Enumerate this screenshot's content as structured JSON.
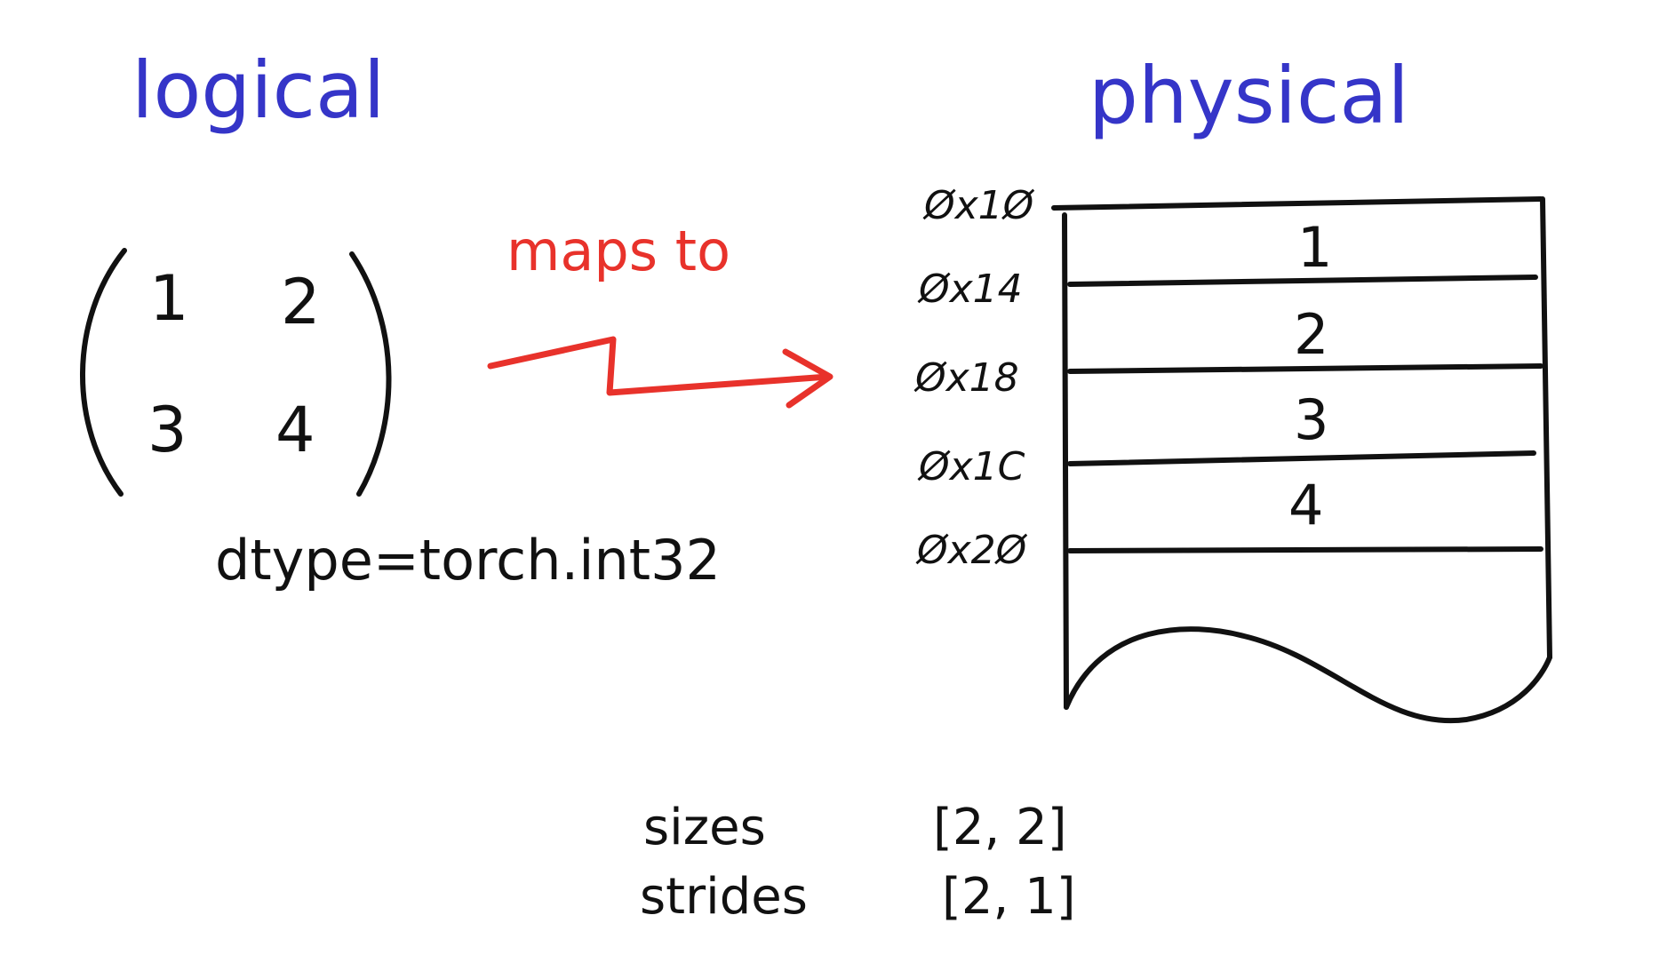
{
  "colors": {
    "title": "#3535c8",
    "accent": "#e8322b",
    "ink": "#111111",
    "background": "#ffffff"
  },
  "logical": {
    "title": "logical",
    "matrix": [
      [
        "1",
        "2"
      ],
      [
        "3",
        "4"
      ]
    ],
    "dtype": "dtype=torch.int32"
  },
  "mapping": {
    "label": "maps to"
  },
  "physical": {
    "title": "physical",
    "addresses": [
      "Øx1Ø",
      "Øx14",
      "Øx18",
      "Øx1C",
      "Øx2Ø"
    ],
    "values": [
      "1",
      "2",
      "3",
      "4"
    ]
  },
  "metadata": {
    "sizes_label": "sizes",
    "sizes_value": "[2, 2]",
    "strides_label": "strides",
    "strides_value": "[2, 1]"
  }
}
